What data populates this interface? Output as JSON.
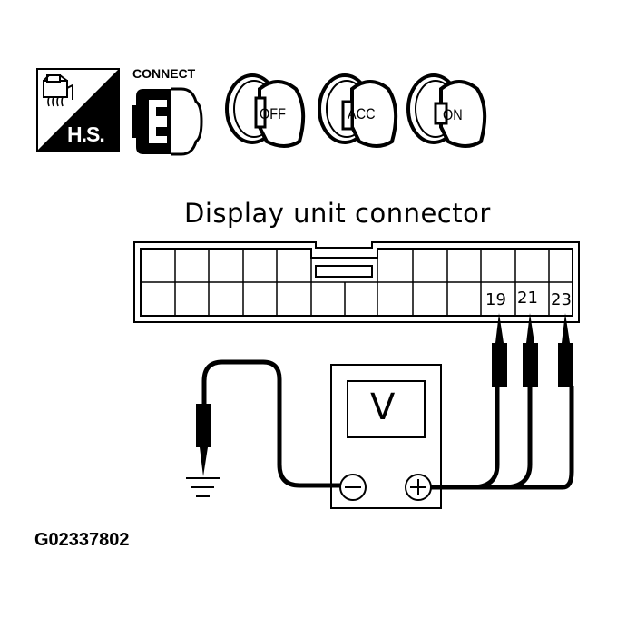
{
  "header_icons": {
    "hs_badge": {
      "label": "H.S.",
      "icon": "hot-soak-icon"
    },
    "connect": {
      "label": "CONNECT",
      "icon": "connector-plug-icon"
    },
    "ignition_keys": [
      {
        "label": "OFF",
        "icon": "ignition-key-icon"
      },
      {
        "label": "ACC",
        "icon": "ignition-key-icon"
      },
      {
        "label": "ON",
        "icon": "ignition-key-icon"
      }
    ]
  },
  "connector": {
    "title": "Display unit connector",
    "pins": [
      {
        "label": "19"
      },
      {
        "label": "21"
      },
      {
        "label": "23"
      }
    ]
  },
  "voltmeter": {
    "display": "V",
    "negative_terminal": "minus-terminal-icon",
    "positive_terminal": "plus-terminal-icon"
  },
  "ground": {
    "icon": "ground-icon"
  },
  "figure_id": "G02337802",
  "colors": {
    "line": "#000000",
    "background": "#ffffff"
  }
}
